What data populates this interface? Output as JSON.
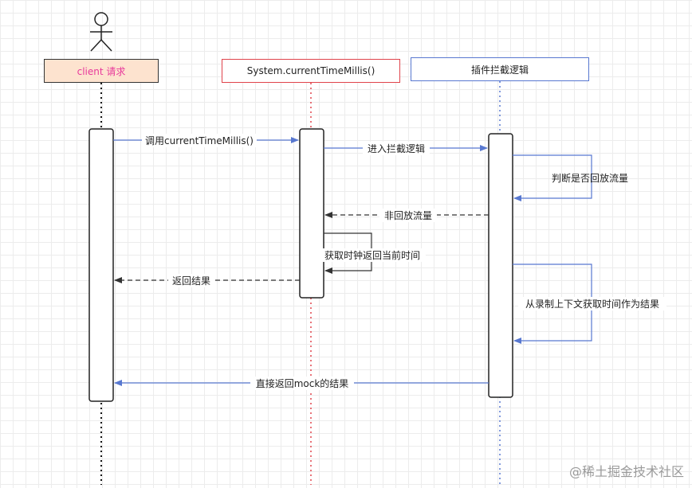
{
  "participants": {
    "client": "client 请求",
    "system": "System.currentTimeMillis()",
    "plugin": "插件拦截逻辑"
  },
  "messages": {
    "m1": "调用currentTimeMillis()",
    "m2": "进入拦截逻辑",
    "m3": "判断是否回放流量",
    "m4": "非回放流量",
    "m5": "获取时钟返回当前时间",
    "m6": "返回结果",
    "m7": "从录制上下文获取时间作为结果",
    "m8": "直接返回mock的结果"
  },
  "watermark": "@稀土掘金技术社区",
  "colors": {
    "client_fill": "#fde3cf",
    "client_text": "#e8399b",
    "system_border": "#e0434b",
    "plugin_border": "#5878d0",
    "arrow": "#5878d0"
  }
}
